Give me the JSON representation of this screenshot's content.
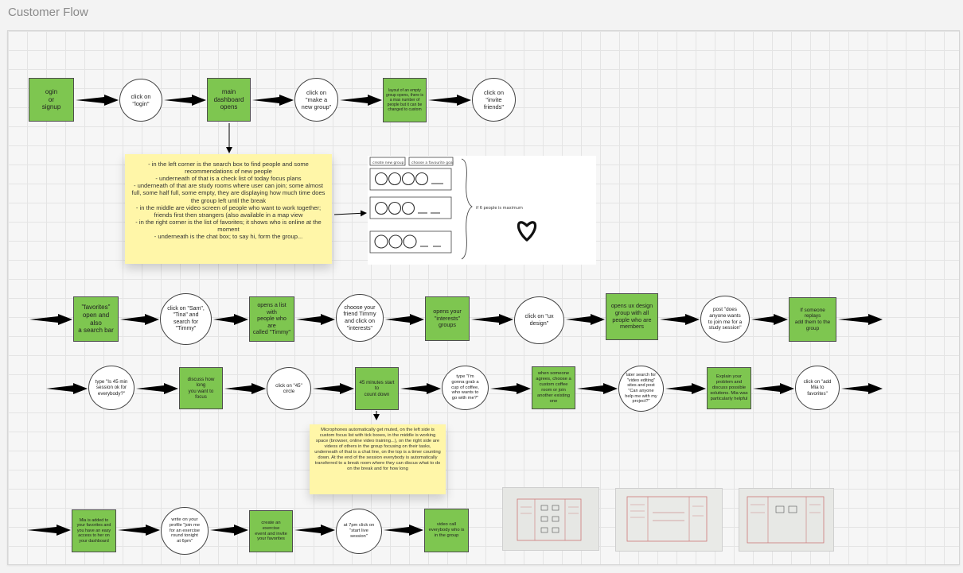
{
  "page_title": "Customer Flow",
  "rows": [
    {
      "nodes": [
        {
          "shape": "square",
          "text": "ogin\nor\nsignup"
        },
        {
          "shape": "circle",
          "text": "click on\n\"login\""
        },
        {
          "shape": "square",
          "text": "main\ndashboard\nopens"
        },
        {
          "shape": "circle",
          "text": "click on\n\"make a\nnew group\""
        },
        {
          "shape": "square",
          "text": "layout of an empty group opens, there is a max number of people but it can be changed to custom"
        },
        {
          "shape": "circle",
          "text": "click on\n\"invite\nfriends\""
        }
      ]
    },
    {
      "nodes": [
        {
          "shape": "square",
          "text": "\"favorites\"\nopen and also\na search bar"
        },
        {
          "shape": "circle",
          "text": "click on \"Sam\",\n\"Tina\" and\nsearch for\n\"Timmy\""
        },
        {
          "shape": "square",
          "text": "opens a list with\npeople who are\ncalled \"Timmy\""
        },
        {
          "shape": "circle",
          "text": "choose your\nfriend Timmy\nand click on\n\"interests\""
        },
        {
          "shape": "square",
          "text": "opens your\n\"interests\"\ngroups"
        },
        {
          "shape": "circle",
          "text": "click on \"ux\ndesign\""
        },
        {
          "shape": "square",
          "text": "opens ux design\ngroup with all\npeople who are\nmembers"
        },
        {
          "shape": "circle",
          "text": "post \"does\nanyone wants\nto join me for a\nstudy session\""
        },
        {
          "shape": "square",
          "text": "If someone replays\nadd them to the\ngroup"
        }
      ]
    },
    {
      "nodes": [
        {
          "shape": "circle",
          "text": "type \"Is 45 min\nsession ok for\neverybody?\""
        },
        {
          "shape": "square",
          "text": "discuss how long\nyou want to focus"
        },
        {
          "shape": "circle",
          "text": "click on \"45\"\ncircle"
        },
        {
          "shape": "square",
          "text": "45 minutes start to\ncount down"
        },
        {
          "shape": "circle",
          "text": "type \"I'm\ngonna grab a\ncup of coffee,\nwho wants to\ngo with me?\""
        },
        {
          "shape": "square",
          "text": "when someone\nagrees, choose a\ncustom coffee\nroom or join\nanother existing one"
        },
        {
          "shape": "circle",
          "text": "later search for\n\"video editing\"\nsites and post\n\"Can anyone\nhelp me with my\nproject?\""
        },
        {
          "shape": "square",
          "text": "Explain your\nproblem and\ndiscuss possible\nsolutions. Mia was\nparticularly helpful"
        },
        {
          "shape": "circle",
          "text": "click on \"add\nMia to\nfavorites\""
        }
      ]
    },
    {
      "nodes": [
        {
          "shape": "square",
          "text": "Mia is added to\nyour favorites and\nyou have an easy\naccess to her on\nyour dashboard"
        },
        {
          "shape": "circle",
          "text": "write on your\nprofile \"join me\nfor an exercise\nround tonight\nat 6pm\""
        },
        {
          "shape": "square",
          "text": "create an exercise\nevent and invite\nyour favorites"
        },
        {
          "shape": "circle",
          "text": "at 7pm click on\n\"start live\nsession\""
        },
        {
          "shape": "square",
          "text": "video call\neverybody who is\nin the group"
        }
      ]
    }
  ],
  "notes": {
    "dashboard": "- in the left corner is the search box to find people and some recommendations of new people\n- underneath of that is a check list of today focus plans\n- underneath of that are study rooms where user can join; some almost full, some half full, some empty, they are displaying how much time does the group left until the break\n- in the middle are video screen of people who want to work together; friends first then strangers (also available in a map view\n- in the right corner is the list of favorites; it shows who is online at the moment\n- underneath is the chat box; to say hi, form the group...",
    "session": "Microphones automatically get muted, on the left side is custom focus list with tick boxes, in the middle is working space (browser, online video training...), on the right side are videos of others in the group focusing on their tasks, underneath of that is a chat line, on the top is a timer counting down. At the end of the session everybody is automatically transferred to a break room where they can discus what to do on the break and for how long"
  },
  "sketch": {
    "tab_left": "create new group",
    "tab_right": "choose a favourite goal",
    "side_label": "if 6 people is maximum"
  },
  "colors": {
    "node_green": "#7ec650",
    "note_yellow": "#fff6a8",
    "arrow": "#000000"
  }
}
